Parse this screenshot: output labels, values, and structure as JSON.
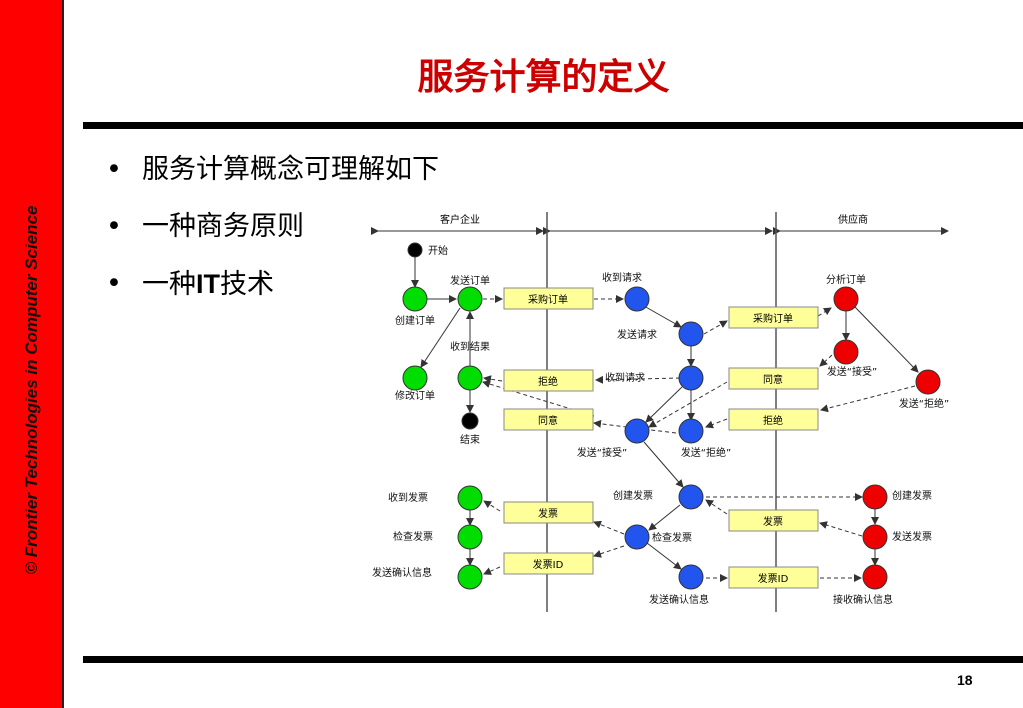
{
  "sidebar": {
    "vertical_text": "© Frontier Technologies in Computer Science"
  },
  "title": "服务计算的定义",
  "bullets": [
    {
      "text": "服务计算概念可理解如下"
    },
    {
      "text": "一种商务原则"
    },
    {
      "pre": "一种",
      "bold": "IT",
      "post": "技术"
    }
  ],
  "diagram": {
    "lanes": {
      "customer": "客户企业",
      "supplier": "供应商"
    },
    "labels": {
      "start": "开始",
      "end": "结束",
      "send_order": "发送订单",
      "create_order": "创建订单",
      "receive_result": "收到结果",
      "modify_order": "修改订单",
      "receive_request_1": "收到请求",
      "send_request": "发送请求",
      "receive_request_2": "收到请求",
      "analyze_order": "分析订单",
      "send_accept_supplier": "发送“接受”",
      "send_reject_supplier": "发送“拒绝”",
      "send_accept_mid": "发送“接受”",
      "send_reject_mid": "发送“拒绝”",
      "receive_invoice": "收到发票",
      "check_invoice_left": "检查发票",
      "send_confirm_left": "发送确认信息",
      "create_invoice_mid": "创建发票",
      "check_invoice_mid": "检查发票",
      "send_confirm_mid": "发送确认信息",
      "create_invoice_right": "创建发票",
      "send_invoice_right": "发送发票",
      "receive_confirm_right": "接收确认信息"
    },
    "messages": {
      "po_left": "采购订单",
      "po_right": "采购订单",
      "reject_left": "拒绝",
      "agree_left": "同意",
      "agree_right": "同意",
      "reject_right": "拒绝",
      "invoice_left": "发票",
      "invoice_right": "发票",
      "invoice_id_left": "发票ID",
      "invoice_id_right": "发票ID"
    },
    "colors": {
      "customer": "#00dd00",
      "middle": "#2255ee",
      "supplier": "#ee0000",
      "message_box": "#ffff99"
    }
  },
  "page_number": "18"
}
